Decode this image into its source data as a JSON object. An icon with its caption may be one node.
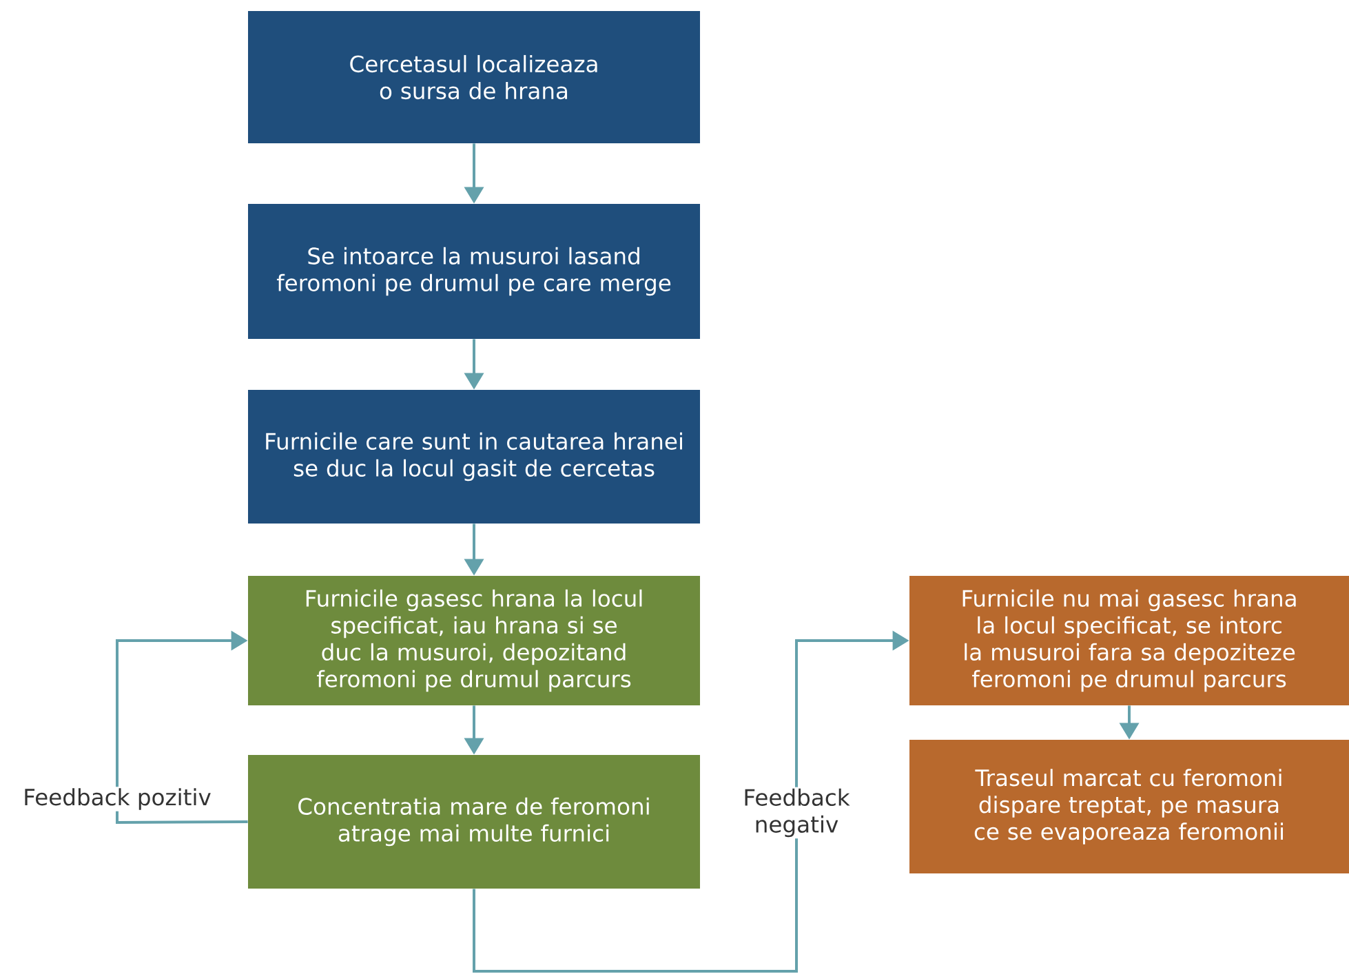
{
  "diagram": {
    "nodes": [
      {
        "text": [
          "Cercetasul localizeaza o sursa de hrana"
        ]
      },
      {
        "text": [
          "Se intoarce la musuroi lasand feromoni pe drumul pe care merge"
        ]
      },
      {
        "text": [
          "Furnicile care sunt in cautarea hranei se duc la locul gasit de cercetas"
        ]
      },
      {
        "text": [
          "Furnicile gasesc hrana la locul specificat, iau hrana si se duc la musuroi, depozitand feromoni pe drumul parcurs"
        ]
      },
      {
        "text": [
          "Concentratia mare de feromoni atrage mai multe furnici"
        ]
      },
      {
        "text": [
          "Furnicile nu mai gasesc hrana la locul specificat, se intorc la musuroi fara sa depoziteze feromoni pe drumul parcurs"
        ]
      },
      {
        "text": [
          "Traseul marcat cu feromoni dispare treptat, pe masura ce se evaporeaza feromonii"
        ]
      }
    ],
    "edges": [
      {
        "from": 0,
        "to": 1,
        "arrow": "to"
      },
      {
        "from": 1,
        "to": 2,
        "arrow": "to"
      },
      {
        "from": 2,
        "to": 3,
        "arrow": "to"
      },
      {
        "from": 3,
        "to": 4,
        "arrow": "to"
      },
      {
        "from": 4,
        "to": 3,
        "arrow": "to",
        "label": "Feedback pozitiv"
      },
      {
        "from": 4,
        "to": 5,
        "arrow": "to",
        "label": "Feedback negativ"
      },
      {
        "from": 5,
        "to": 6,
        "arrow": "to"
      }
    ]
  }
}
